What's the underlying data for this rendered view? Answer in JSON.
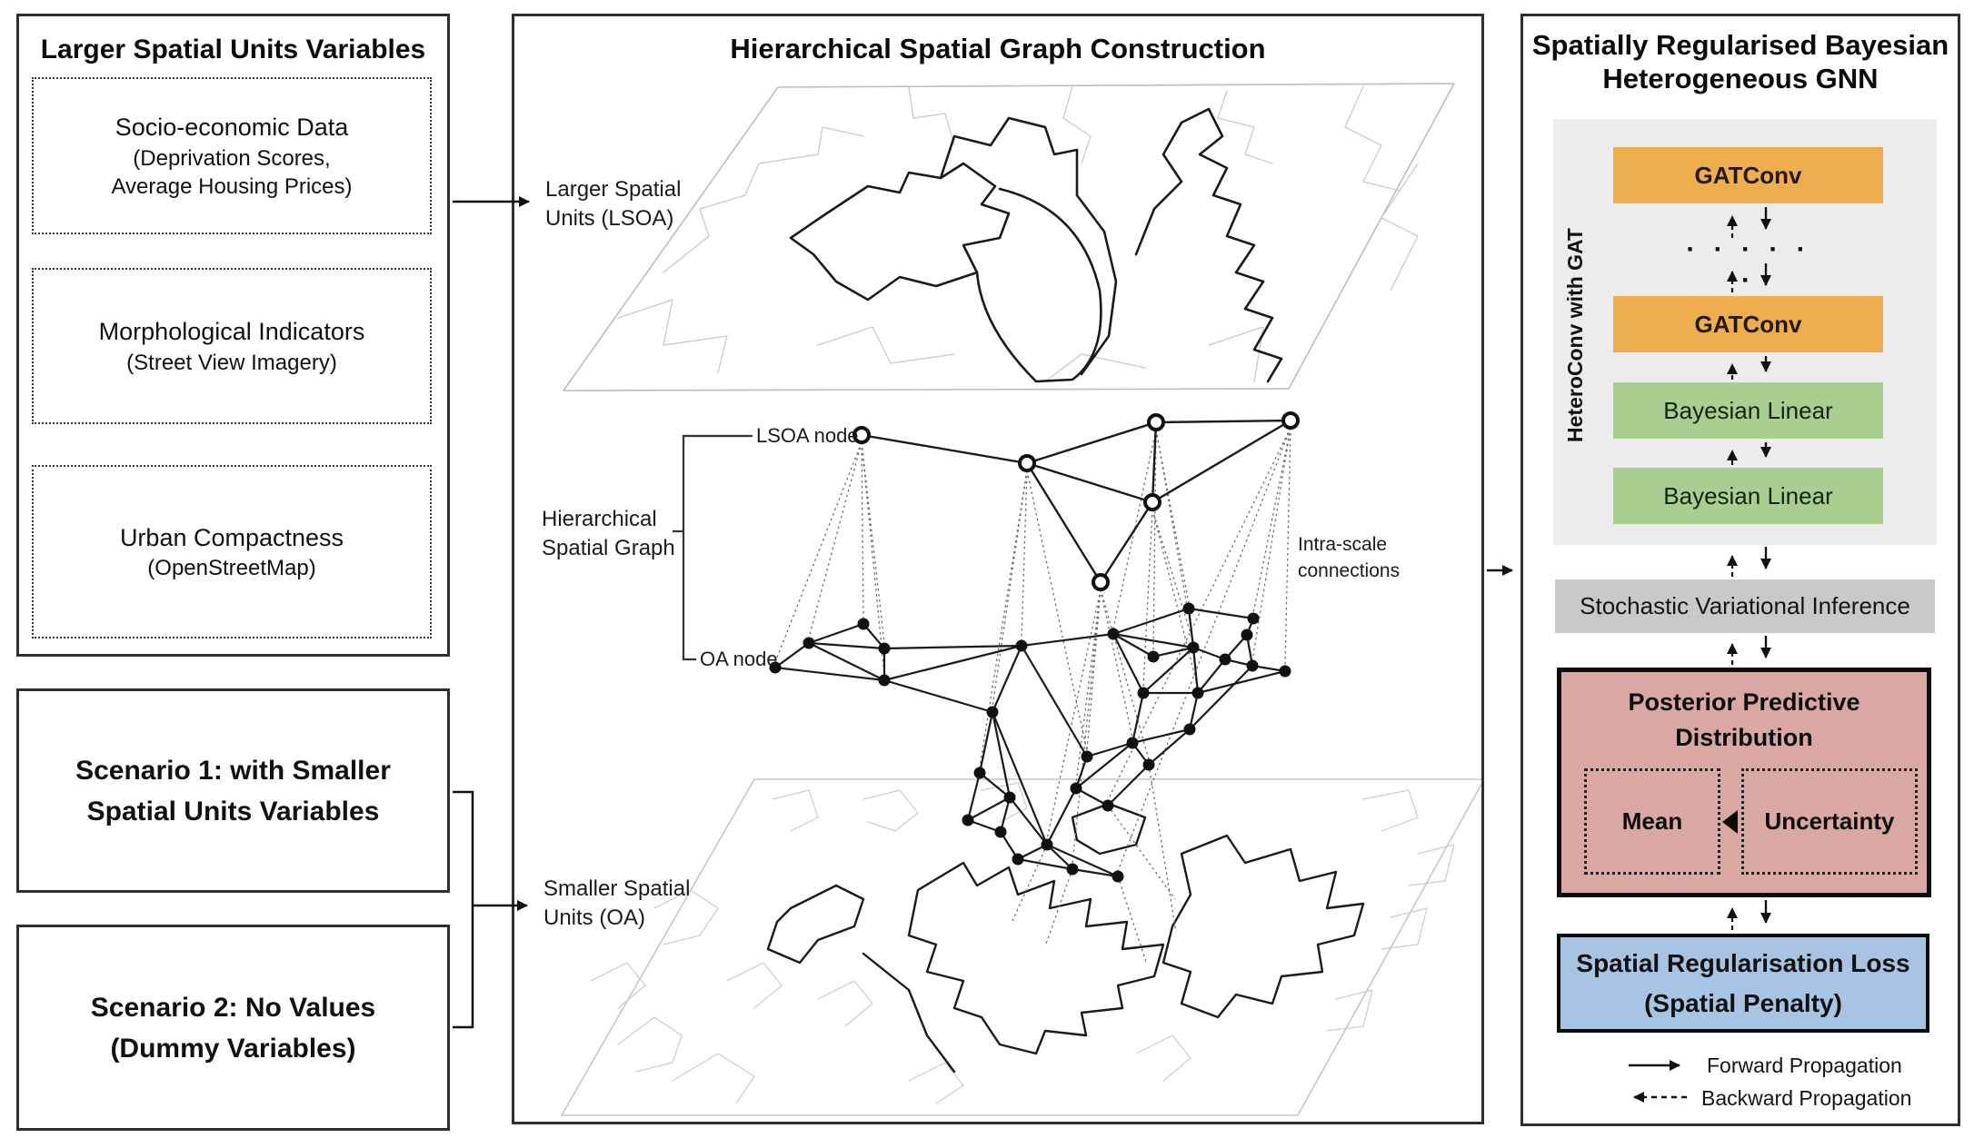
{
  "left_panel": {
    "title": "Larger Spatial Units Variables",
    "items": [
      {
        "lines": [
          "Socio-economic Data",
          "(Deprivation Scores,",
          "Average Housing Prices)"
        ]
      },
      {
        "lines": [
          "Morphological Indicators",
          "(Street View Imagery)"
        ]
      },
      {
        "lines": [
          "Urban Compactness",
          "(OpenStreetMap)"
        ]
      }
    ]
  },
  "scenarios": [
    {
      "lines": [
        "Scenario 1: with Smaller",
        "Spatial Units Variables"
      ]
    },
    {
      "lines": [
        "Scenario 2: No Values",
        "(Dummy Variables)"
      ]
    }
  ],
  "middle_panel": {
    "title": "Hierarchical Spatial Graph Construction",
    "larger_units_label": {
      "line1": "Larger Spatial",
      "line2": "Units (LSOA)"
    },
    "smaller_units_label": {
      "line1": "Smaller Spatial",
      "line2": "Units (OA)"
    },
    "graph_label": {
      "line1": "Hierarchical",
      "line2": "Spatial Graph"
    },
    "lsoa_node_label": "LSOA node",
    "oa_node_label": "OA node",
    "intra_scale_label": {
      "line1": "Intra-scale",
      "line2": "connections"
    }
  },
  "right_panel": {
    "title_line1": "Spatially Regularised Bayesian",
    "title_line2": "Heterogeneous GNN",
    "heteroconv_label": "HeteroConv with GAT",
    "gatconv1": "GATConv",
    "gatconv2": "GATConv",
    "layers_ellipsis": "· · · · · ·",
    "bayesian1": "Bayesian Linear",
    "bayesian2": "Bayesian Linear",
    "svi": "Stochastic Variational Inference",
    "posterior": {
      "title_line1": "Posterior Predictive",
      "title_line2": "Distribution",
      "mean": "Mean",
      "uncertainty": "Uncertainty"
    },
    "loss": {
      "line1": "Spatial Regularisation Loss",
      "line2": "(Spatial Penalty)"
    },
    "legend": {
      "forward": "Forward Propagation",
      "backward": "Backward Propagation"
    }
  },
  "colors": {
    "gatconv_orange": "#EFAE4E",
    "bayesian_green": "#A9CF90",
    "heteroconv_gray": "#ECECEC",
    "svi_gray": "#C9C9C9",
    "posterior_pink": "#D9A8A3",
    "loss_blue": "#A8C4E3",
    "line_black": "#1a1a1a"
  }
}
